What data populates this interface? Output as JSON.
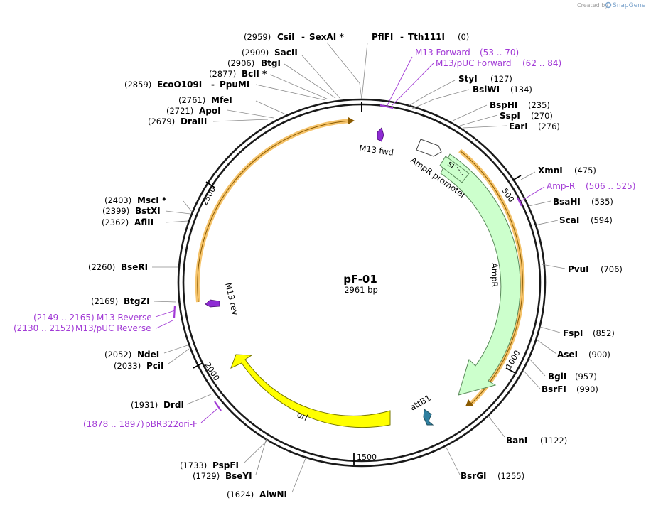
{
  "credit": {
    "text": "Created by",
    "brand": "SnapGene"
  },
  "plasmid": {
    "name": "pF-01",
    "length_label": "2961 bp"
  },
  "ticks": [
    "500",
    "1000",
    "1500",
    "2000",
    "2500"
  ],
  "sites": [
    {
      "name": "CsiI",
      "pos": "(2959)"
    },
    {
      "name": "SexAI *",
      "pos": ""
    },
    {
      "name": "PflFI",
      "pos": ""
    },
    {
      "name": "Tth111I",
      "pos": "(0)"
    },
    {
      "name": "SacII",
      "pos": "(2909)"
    },
    {
      "name": "BtgI",
      "pos": "(2906)"
    },
    {
      "name": "BclI *",
      "pos": "(2877)"
    },
    {
      "name": "EcoO109I",
      "pos": "(2859)"
    },
    {
      "name": "PpuMI",
      "pos": ""
    },
    {
      "name": "MfeI",
      "pos": "(2761)"
    },
    {
      "name": "ApoI",
      "pos": "(2721)"
    },
    {
      "name": "DraIII",
      "pos": "(2679)"
    },
    {
      "name": "MscI *",
      "pos": "(2403)"
    },
    {
      "name": "BstXI",
      "pos": "(2399)"
    },
    {
      "name": "AflII",
      "pos": "(2362)"
    },
    {
      "name": "BseRI",
      "pos": "(2260)"
    },
    {
      "name": "BtgZI",
      "pos": "(2169)"
    },
    {
      "name": "NdeI",
      "pos": "(2052)"
    },
    {
      "name": "PciI",
      "pos": "(2033)"
    },
    {
      "name": "DrdI",
      "pos": "(1931)"
    },
    {
      "name": "PspFI",
      "pos": "(1733)"
    },
    {
      "name": "BseYI",
      "pos": "(1729)"
    },
    {
      "name": "AlwNI",
      "pos": "(1624)"
    },
    {
      "name": "StyI",
      "pos": "(127)"
    },
    {
      "name": "BsiWI",
      "pos": "(134)"
    },
    {
      "name": "BspHI",
      "pos": "(235)"
    },
    {
      "name": "SspI",
      "pos": "(270)"
    },
    {
      "name": "EarI",
      "pos": "(276)"
    },
    {
      "name": "XmnI",
      "pos": "(475)"
    },
    {
      "name": "BsaHI",
      "pos": "(535)"
    },
    {
      "name": "ScaI",
      "pos": "(594)"
    },
    {
      "name": "PvuI",
      "pos": "(706)"
    },
    {
      "name": "FspI",
      "pos": "(852)"
    },
    {
      "name": "AseI",
      "pos": "(900)"
    },
    {
      "name": "BglI",
      "pos": "(957)"
    },
    {
      "name": "BsrFI",
      "pos": "(990)"
    },
    {
      "name": "BanI",
      "pos": "(1122)"
    },
    {
      "name": "BsrGI",
      "pos": "(1255)"
    }
  ],
  "primers": [
    {
      "name": "M13 Forward",
      "range": "(53 .. 70)"
    },
    {
      "name": "M13/pUC Forward",
      "range": "(62 .. 84)"
    },
    {
      "name": "Amp-R",
      "range": "(506 .. 525)"
    },
    {
      "name": "M13 Reverse",
      "range": "(2149 .. 2165)"
    },
    {
      "name": "M13/pUC Reverse",
      "range": "(2130 .. 2152)"
    },
    {
      "name": "pBR322ori-F",
      "range": "(1878 .. 1897)"
    }
  ],
  "features": {
    "m13_fwd": "M13 fwd",
    "m13_rev": "M13 rev",
    "ampr_promoter": "AmpR promoter",
    "ampr": "AmpR",
    "sig": "si",
    "attb1": "attB1",
    "ori": "ori"
  },
  "colors": {
    "primer": "#a23bd6",
    "ampr": "#ccffcc",
    "ori": "#ffff00",
    "orf_outline": "#f5a623",
    "attb1": "#2f7f9f",
    "m13": "#8e2bd4"
  }
}
